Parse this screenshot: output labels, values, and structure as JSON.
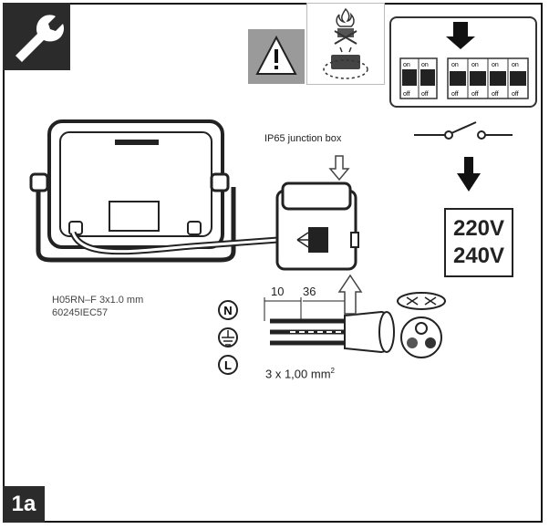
{
  "step": {
    "label": "1a"
  },
  "junction": {
    "label": "IP65 junction box"
  },
  "voltage": {
    "line1": "220V",
    "line2": "240V"
  },
  "cable": {
    "type": "H05RN–F 3x1.0 mm",
    "standard": "60245IEC57"
  },
  "strip": {
    "dim_a": "10",
    "dim_b": "36",
    "wire_size": "3 x 1,00 mm",
    "wire_size_sup": "2"
  },
  "terminals": [
    "N",
    "⏚",
    "L"
  ],
  "switches": {
    "top": [
      "on",
      "on",
      "on",
      "on",
      "on",
      "on"
    ],
    "bottom": [
      "off",
      "off",
      "off",
      "off",
      "off",
      "off"
    ]
  },
  "icons": [
    "wrench-icon",
    "warning-icon",
    "no-burn-icon",
    "breaker-icon",
    "switch-open-icon",
    "down-arrow-icon",
    "cable-crosssection-icon"
  ]
}
